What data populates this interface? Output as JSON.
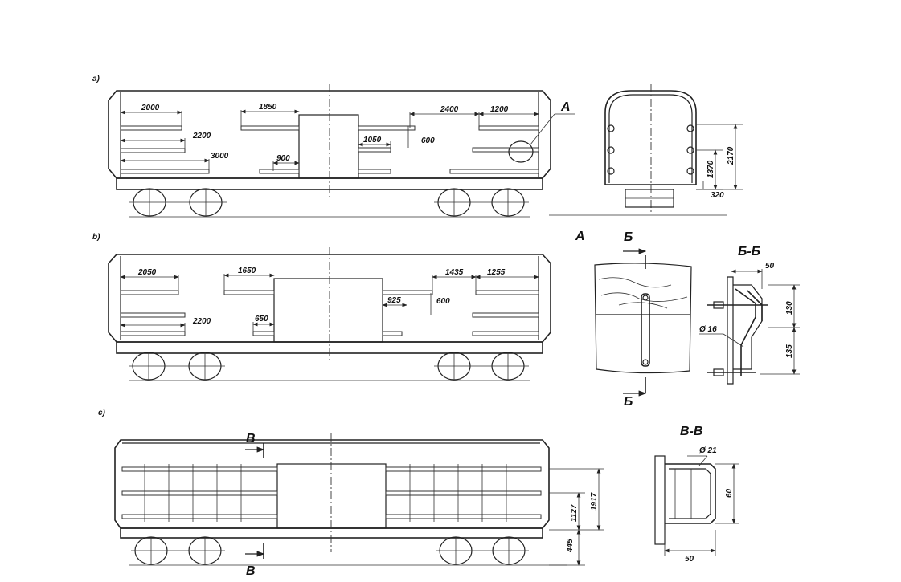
{
  "views": {
    "a": {
      "label": "a)",
      "dims": [
        "2000",
        "2200",
        "3000",
        "1850",
        "900",
        "1050",
        "600",
        "2400",
        "1200"
      ],
      "callout": "A",
      "side_dims": [
        "2170",
        "1370",
        "320"
      ]
    },
    "b": {
      "label": "b)",
      "dims": [
        "2050",
        "2200",
        "1650",
        "650",
        "925",
        "600",
        "1435",
        "1255"
      ]
    },
    "c": {
      "label": "c)",
      "section_mark": "B",
      "dims": [
        "1917",
        "1127",
        "445"
      ]
    }
  },
  "detail_A": {
    "title": "A",
    "cut_label": "Б",
    "section_title": "Б-Б",
    "dims": [
      "50",
      "130",
      "135",
      "Ø 16"
    ]
  },
  "detail_B": {
    "title": "B-B",
    "dims": [
      "Ø 21",
      "60",
      "50"
    ]
  }
}
